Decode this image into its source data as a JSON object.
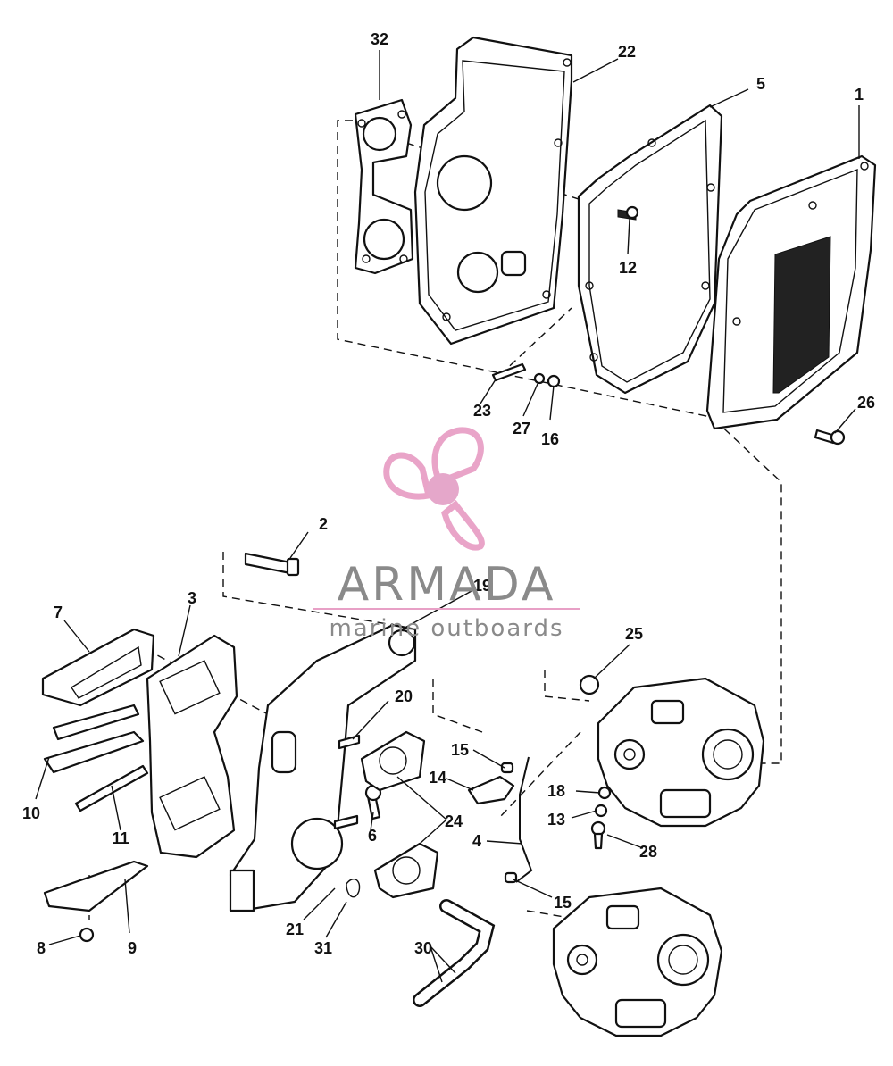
{
  "brand": {
    "name": "ARMADA",
    "tagline": "marine outboards",
    "colors": {
      "logo_pink": "#e8a0c6",
      "logo_hub": "#e4a3c8",
      "text_gray": "#8a8a8a"
    }
  },
  "callouts": [
    {
      "id": "32"
    },
    {
      "id": "22"
    },
    {
      "id": "5"
    },
    {
      "id": "1"
    },
    {
      "id": "12"
    },
    {
      "id": "23"
    },
    {
      "id": "27"
    },
    {
      "id": "16"
    },
    {
      "id": "26"
    },
    {
      "id": "2"
    },
    {
      "id": "19"
    },
    {
      "id": "7"
    },
    {
      "id": "3"
    },
    {
      "id": "25"
    },
    {
      "id": "20"
    },
    {
      "id": "15"
    },
    {
      "id": "14"
    },
    {
      "id": "10"
    },
    {
      "id": "11"
    },
    {
      "id": "6"
    },
    {
      "id": "24"
    },
    {
      "id": "18"
    },
    {
      "id": "13"
    },
    {
      "id": "4"
    },
    {
      "id": "28"
    },
    {
      "id": "15"
    },
    {
      "id": "21"
    },
    {
      "id": "31"
    },
    {
      "id": "30"
    },
    {
      "id": "8"
    },
    {
      "id": "9"
    }
  ]
}
